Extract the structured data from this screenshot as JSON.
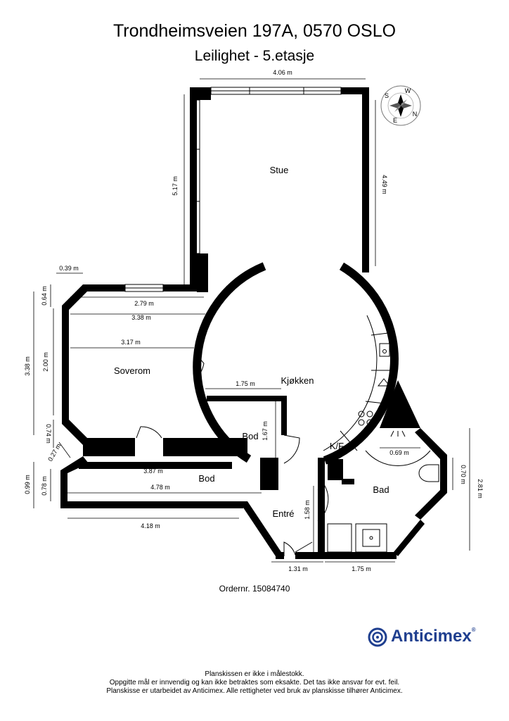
{
  "header": {
    "address": "Trondheimsveien 197A, 0570 OSLO",
    "subtitle": "Leilighet  - 5.etasje"
  },
  "rooms": {
    "stue": "Stue",
    "kjokken": "Kjøkken",
    "soverom": "Soverom",
    "bod_small": "Bod",
    "bod_large": "Bod",
    "entre": "Entré",
    "bad": "Bad",
    "kf": "K/F"
  },
  "dimensions": {
    "d406": "4.06 m",
    "d517": "5.17 m",
    "d449": "4.49 m",
    "d039": "0.39 m",
    "d064": "0.64 m",
    "d279": "2.79 m",
    "d338h": "3.38 m",
    "d338v": "3.38 m",
    "d200": "2.00 m",
    "d317": "3.17 m",
    "d175k": "1.75 m",
    "d167": "1.67 m",
    "d074": "0.74 m",
    "d027": "0.27 m",
    "d069": "0.69 m",
    "d070": "0.70 m",
    "d281": "2.81 m",
    "d099": "0.99 m",
    "d078": "0.78 m",
    "d387": "3.87 m",
    "d478": "4.78 m",
    "d418": "4.18 m",
    "d158": "1.58 m",
    "d131": "1.31 m",
    "d175b": "1.75 m"
  },
  "compass": {
    "n": "N",
    "s": "S",
    "e": "E",
    "w": "W"
  },
  "order": "Ordernr. 15084740",
  "logo": {
    "name": "Anticimex",
    "reg": "®",
    "color": "#1f3f8f"
  },
  "footer": {
    "line1": "Planskissen er ikke i målestokk.",
    "line2": "Oppgitte mål er innvendig og kan ikke betraktes som eksakte. Det tas ikke ansvar for evt. feil.",
    "line3": "Planskisse er utarbeidet av Anticimex. Alle rettigheter ved bruk av planskisse tilhører Anticimex."
  }
}
